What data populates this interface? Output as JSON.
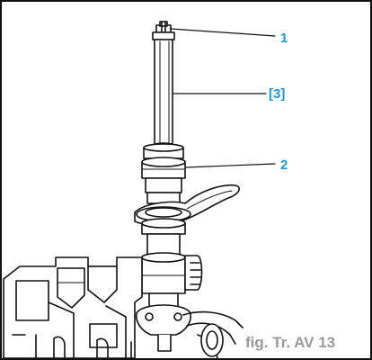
{
  "callouts": {
    "part_1": "1",
    "tool_3": "[3]",
    "part_2": "2"
  },
  "figure_ref": "fig. Tr. AV 13",
  "colors": {
    "callout": "#1a9ad6",
    "figure_ref": "#9a9a9a",
    "line": "#111111",
    "frame": "#111111",
    "background": "#ffffff"
  }
}
